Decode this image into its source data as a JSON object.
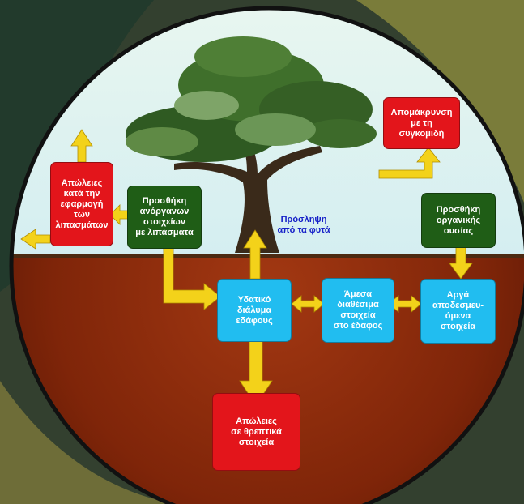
{
  "colors": {
    "loss_box": "#e3151b",
    "addition_box": "#1f5d16",
    "soil_pool_box": "#21bdf0",
    "arrow": "#f3d21a",
    "sky": "#cfeef3",
    "soil": "#8b2a0e",
    "uptake_text": "#1620c8"
  },
  "boxes": {
    "removal_harvest": "Απομάκρυνση\nμε τη\nσυγκομιδή",
    "fertilizer_losses": "Απώλειες\nκατά την\nεφαρμογή\nτων\nλιπασμάτων",
    "inorganic_addition": "Προσθήκη\nανόργανων\nστοιχείων\nμε λιπάσματα",
    "organic_addition": "Προσθήκη\nοργανικής\nουσίας",
    "soil_solution": "Υδατικό\nδιάλυμα\nεδάφους",
    "available_nutrients": "Άμεσα\nδιαθέσιμα\nστοιχεία\nστο έδαφος",
    "slow_release": "Αργά\nαποδεσμευ-\nόμενα\nστοιχεία",
    "nutrient_losses": "Απώλειες\nσε θρεπτικά\nστοιχεία"
  },
  "plant_uptake": "Πρόσληψη\nαπό τα φυτά",
  "icons": {
    "tree": "tree-icon",
    "arrows": "arrow-icon"
  }
}
